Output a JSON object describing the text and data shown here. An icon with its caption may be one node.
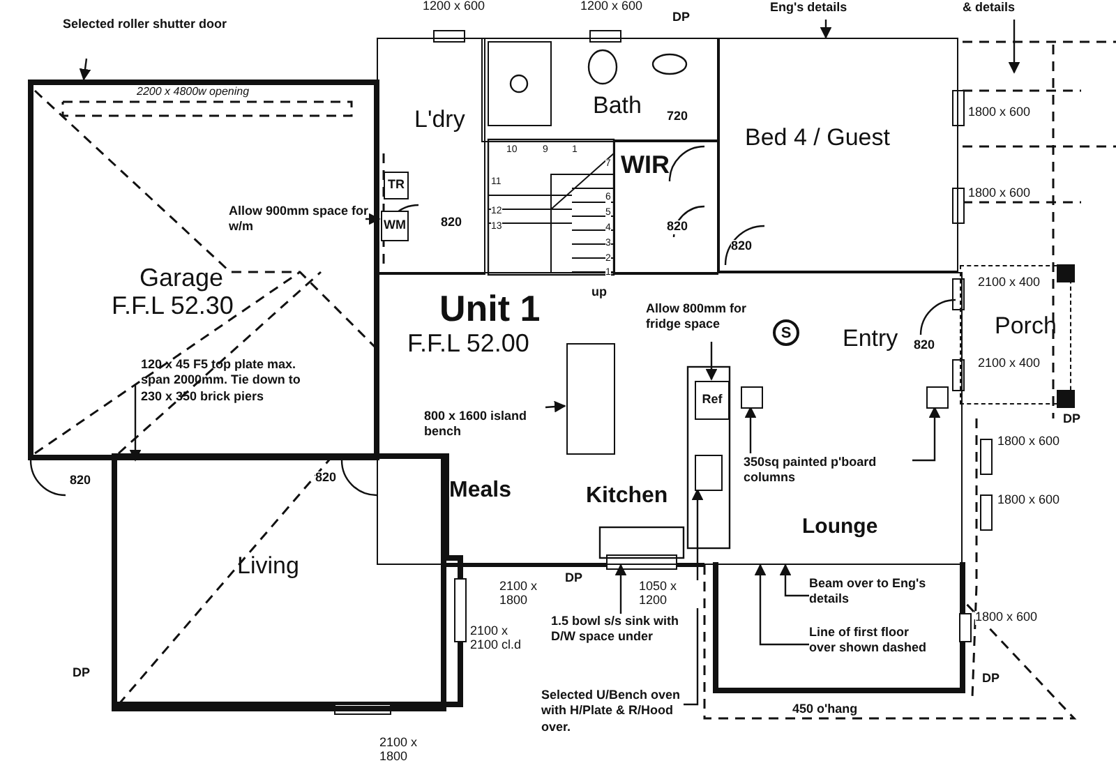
{
  "diagram": {
    "nodes": [
      {
        "text": [
          "Garage",
          "F.F.L 52.30"
        ]
      },
      {
        "text": [
          "L'dry"
        ]
      },
      {
        "text": [
          "Bath"
        ]
      },
      {
        "text": [
          "WIR"
        ]
      },
      {
        "text": [
          "Bed 4 / Guest"
        ]
      },
      {
        "text": [
          "Unit 1",
          "F.F.L 52.00"
        ]
      },
      {
        "text": [
          "Porch"
        ]
      },
      {
        "text": [
          "Living"
        ]
      },
      {
        "text": [
          "Ref"
        ],
        "in": 5
      },
      {
        "text": [
          "TR"
        ],
        "in": 1
      },
      {
        "text": [
          "WM"
        ],
        "in": 1
      },
      {
        "text": [
          "Selected roller shutter door"
        ]
      },
      {
        "text": [
          "Allow 900mm space for w/m"
        ],
        "in": 0
      },
      {
        "text": [
          "120 x 45 F5 top plate max. span 2000mm. Tie down to 230 x 350 brick piers"
        ],
        "in": 0
      },
      {
        "text": [
          "800 x 1600 island bench"
        ],
        "in": 5
      },
      {
        "text": [],
        "shape": "box",
        "in": 5
      },
      {
        "text": [
          "Allow 800mm for fridge space"
        ],
        "in": 5
      },
      {
        "text": [
          "350sq painted p'board columns"
        ],
        "in": 5
      },
      {
        "text": [],
        "shape": "box",
        "in": 5
      },
      {
        "text": [],
        "shape": "box",
        "in": 5
      },
      {
        "text": [
          "1.5 bowl s/s sink with D/W space under"
        ]
      },
      {
        "text": [
          "Selected U/Bench oven with H/Plate & R/Hood over."
        ]
      },
      {
        "text": [],
        "shape": "box",
        "in": 5
      },
      {
        "text": [
          "Beam over to Eng's details"
        ]
      },
      {
        "text": [
          "Line of first floor over shown dashed"
        ]
      },
      {
        "text": [
          "Eng's details"
        ]
      },
      {
        "text": [
          "& details"
        ]
      },
      {
        "text": [
          "S"
        ],
        "in": 5
      }
    ],
    "edges": [
      {
        "from": 11,
        "to": 0,
        "arrow": "to"
      },
      {
        "from": 12,
        "to": 10,
        "arrow": "to"
      },
      {
        "from": 13,
        "to": 0,
        "arrow": "to"
      },
      {
        "from": 14,
        "to": 15,
        "arrow": "to"
      },
      {
        "from": 16,
        "to": 8,
        "arrow": "to"
      },
      {
        "from": 17,
        "to": 18,
        "arrow": "to"
      },
      {
        "from": 17,
        "to": 19,
        "arrow": "to"
      },
      {
        "from": 20,
        "to": 5,
        "arrow": "to"
      },
      {
        "from": 21,
        "to": 22,
        "arrow": "to"
      },
      {
        "from": 23,
        "to": 5,
        "arrow": "to"
      },
      {
        "from": 24,
        "to": 5,
        "arrow": "to"
      },
      {
        "from": 25,
        "to": 4,
        "arrow": "to"
      },
      {
        "from": 26,
        "to": null,
        "arrow": "to"
      }
    ],
    "labels": [
      "1200 x 600",
      "1200 x 600",
      "DP",
      "2200 x 4800w opening",
      "820",
      "720",
      "820",
      "820",
      "1800 x 600",
      "1800 x 600",
      "2100 x 400",
      "2100 x 400",
      "820",
      "DP",
      "1800 x 600",
      "1800 x 600",
      "1800 x 600",
      "DP",
      "820",
      "820",
      "Meals",
      "Kitchen",
      "Entry",
      "Lounge",
      "up",
      "10",
      "9",
      "1",
      "7",
      "11",
      "6",
      "5",
      "12",
      "4",
      "13",
      "3",
      "2",
      "1",
      "2100 x 1800",
      "2100 x 2100 cl.d",
      "DP",
      "2100 x 1800",
      "DP",
      "1050 x 1200",
      "450 o'hang"
    ]
  }
}
